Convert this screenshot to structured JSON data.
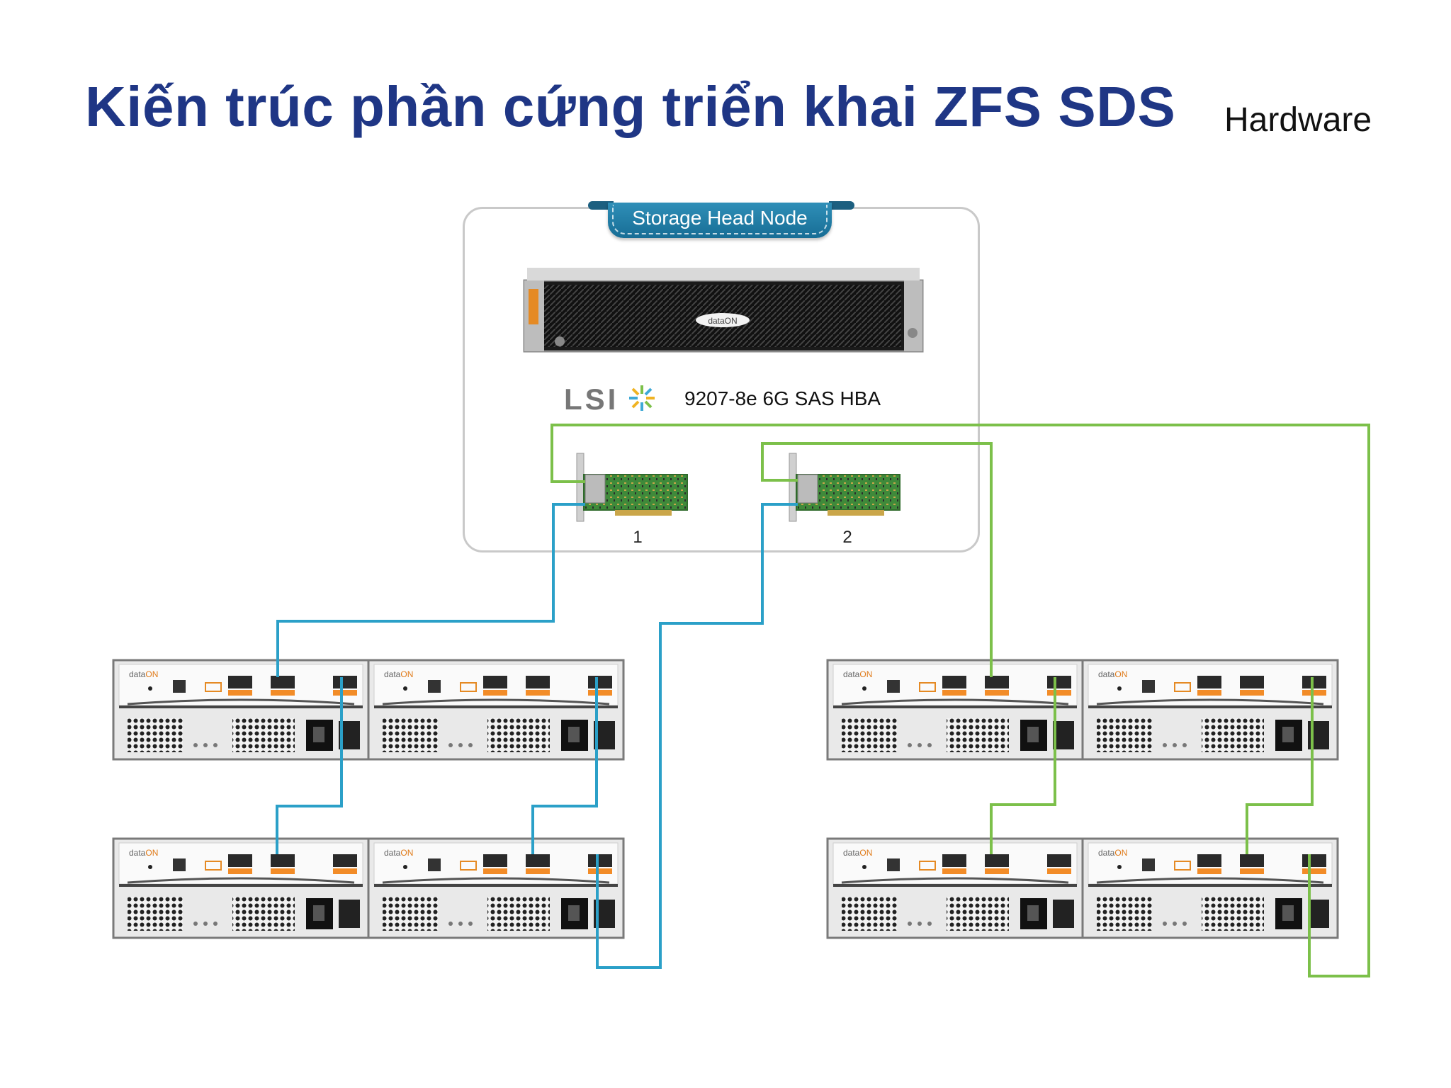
{
  "title": "Kiến trúc phần cứng triển khai ZFS SDS",
  "section_label": "Hardware",
  "head_node": {
    "label": "Storage Head Node",
    "server_brand": "dataON",
    "hba_brand": "LSI",
    "hba_model": "9207-8e  6G SAS HBA",
    "cards": [
      {
        "label": "1"
      },
      {
        "label": "2"
      }
    ]
  },
  "jbod": {
    "brand": "dataON"
  },
  "colors": {
    "title": "#1f3685",
    "blue_cable": "#2ba0c8",
    "green_cable": "#7cc04a",
    "ribbon": "#1f7ea8"
  }
}
